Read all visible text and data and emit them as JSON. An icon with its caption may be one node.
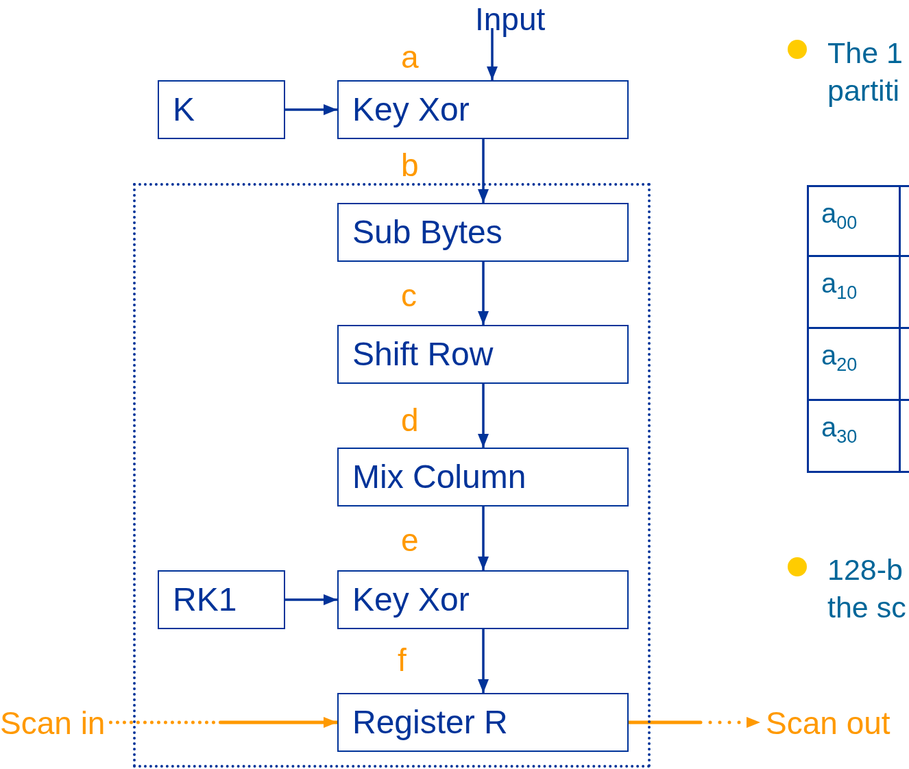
{
  "diagram": {
    "nodes": [
      {
        "text": [
          "Input"
        ]
      },
      {
        "text": [
          "K"
        ]
      },
      {
        "text": [
          "Key Xor"
        ]
      },
      {
        "text": [],
        "shape": "box"
      },
      {
        "text": [
          "Sub Bytes"
        ],
        "in": 3
      },
      {
        "text": [
          "Shift Row"
        ],
        "in": 3
      },
      {
        "text": [
          "Mix Column"
        ],
        "in": 3
      },
      {
        "text": [
          "RK1"
        ],
        "in": 3
      },
      {
        "text": [
          "Key Xor"
        ],
        "in": 3
      },
      {
        "text": [
          "Register R"
        ],
        "in": 3
      },
      {
        "text": [
          "Scan in"
        ]
      },
      {
        "text": [
          "Scan out"
        ]
      }
    ],
    "edges": [
      {
        "from": 0,
        "to": 2,
        "arrow": "to",
        "label": "a"
      },
      {
        "from": 1,
        "to": 2,
        "arrow": "to"
      },
      {
        "from": 2,
        "to": 4,
        "arrow": "to",
        "label": "b"
      },
      {
        "from": 4,
        "to": 5,
        "arrow": "to",
        "label": "c"
      },
      {
        "from": 5,
        "to": 6,
        "arrow": "to",
        "label": "d"
      },
      {
        "from": 6,
        "to": 8,
        "arrow": "to",
        "label": "e"
      },
      {
        "from": 7,
        "to": 8,
        "arrow": "to"
      },
      {
        "from": 8,
        "to": 9,
        "arrow": "to",
        "label": "f"
      },
      {
        "from": 10,
        "to": 9,
        "arrow": "to",
        "style": "dashed",
        "color": "#ff9900"
      },
      {
        "from": 9,
        "to": 11,
        "arrow": "to",
        "style": "dashed",
        "color": "#ff9900"
      }
    ],
    "labels": [
      "The 1 partiti",
      "a$_{00}$",
      "a$_{10}$",
      "a$_{20}$",
      "a$_{30}$",
      "128-b the sc"
    ]
  }
}
